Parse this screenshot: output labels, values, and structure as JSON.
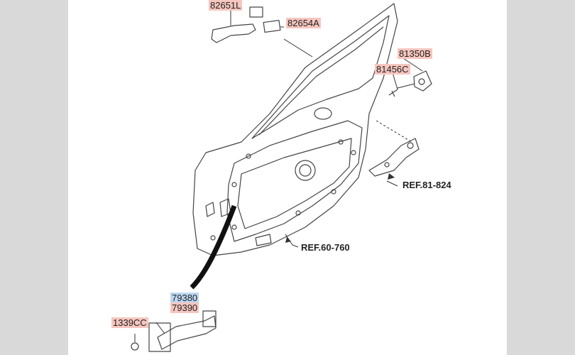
{
  "diagram": {
    "callouts": [
      {
        "id": "82651L",
        "text": "82651L",
        "style": "red"
      },
      {
        "id": "82654A",
        "text": "82654A",
        "style": "red"
      },
      {
        "id": "81350B",
        "text": "81350B",
        "style": "red"
      },
      {
        "id": "81456C",
        "text": "81456C",
        "style": "red"
      },
      {
        "id": "ref8182",
        "text": "REF.81-824",
        "style": "ref"
      },
      {
        "id": "ref6076",
        "text": "REF.60-760",
        "style": "ref"
      },
      {
        "id": "79380",
        "text": "79380",
        "style": "blue"
      },
      {
        "id": "79390",
        "text": "79390",
        "style": "red"
      },
      {
        "id": "1339CC",
        "text": "1339CC",
        "style": "red"
      }
    ],
    "colors": {
      "label_red": "#f6c6bf",
      "label_blue": "#bcd7f3",
      "line": "#333333",
      "page_margin": "#d9d9d9"
    }
  }
}
